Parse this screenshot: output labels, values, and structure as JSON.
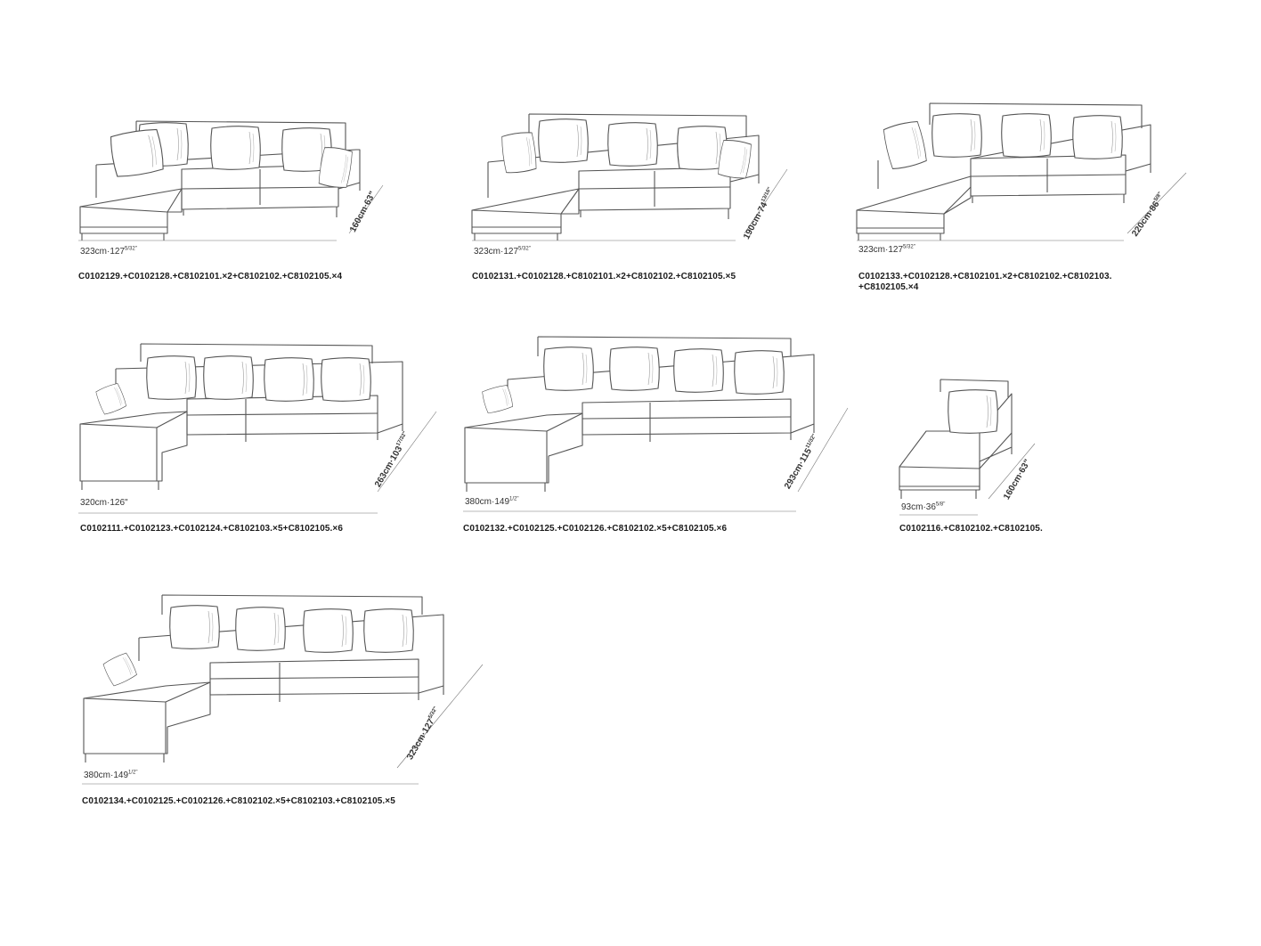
{
  "configurations": [
    {
      "width": {
        "main": "323cm·127",
        "sup": "5/32\""
      },
      "depth": {
        "main": "160cm·63\"",
        "sup": ""
      },
      "codes": [
        "C0102129.+C0102128.+C8102101.×2+C8102102.+C8102105.×4"
      ]
    },
    {
      "width": {
        "main": "323cm·127",
        "sup": "5/32\""
      },
      "depth": {
        "main": "190cm·74",
        "sup": "13/16\""
      },
      "codes": [
        "C0102131.+C0102128.+C8102101.×2+C8102102.+C8102105.×5"
      ]
    },
    {
      "width": {
        "main": "323cm·127",
        "sup": "5/32\""
      },
      "depth": {
        "main": "220cm·86",
        "sup": "5/8\""
      },
      "codes": [
        "C0102133.+C0102128.+C8102101.×2+C8102102.+C8102103.",
        "+C8102105.×4"
      ]
    },
    {
      "width": {
        "main": "320cm·126\"",
        "sup": ""
      },
      "depth": {
        "main": "263cm·103",
        "sup": "17/32\""
      },
      "codes": [
        "C0102111.+C0102123.+C0102124.+C8102103.×5+C8102105.×6"
      ]
    },
    {
      "width": {
        "main": "380cm·149",
        "sup": "1/2\""
      },
      "depth": {
        "main": "293cm·115",
        "sup": "11/32\""
      },
      "codes": [
        "C0102132.+C0102125.+C0102126.+C8102102.×5+C8102105.×6"
      ]
    },
    {
      "width": {
        "main": "93cm·36",
        "sup": "5/8\""
      },
      "depth": {
        "main": "160cm·63\"",
        "sup": ""
      },
      "codes": [
        "C0102116.+C8102102.+C8102105."
      ]
    },
    {
      "width": {
        "main": "380cm·149",
        "sup": "1/2\""
      },
      "depth": {
        "main": "323cm·127",
        "sup": "5/32\""
      },
      "codes": [
        "C0102134.+C0102125.+C0102126.+C8102102.×5+C8102103.+C8102105.×5"
      ]
    }
  ]
}
